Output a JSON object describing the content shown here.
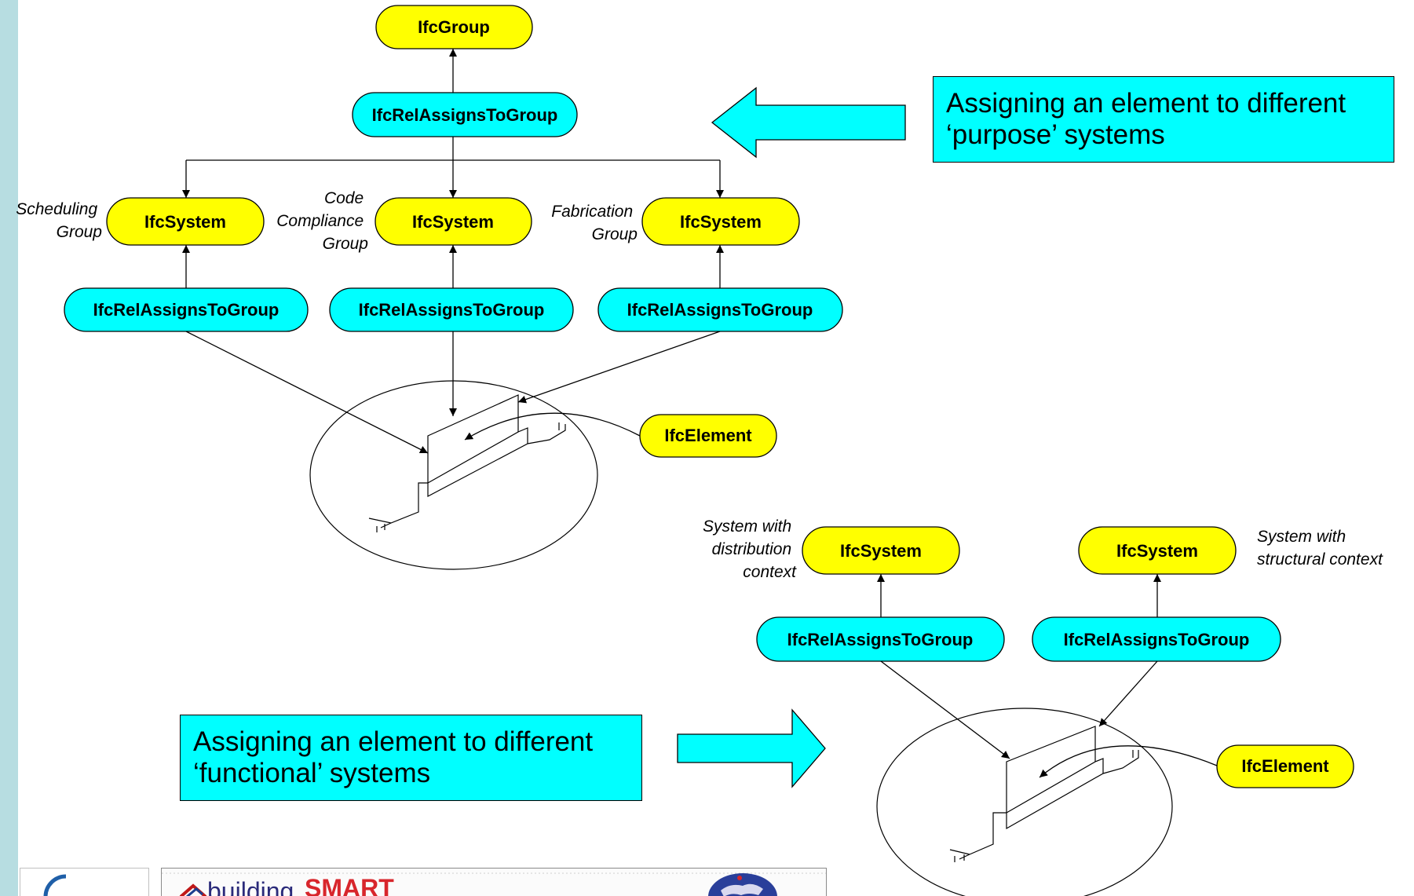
{
  "nodes": {
    "group": "IfcGroup",
    "rel_top": "IfcRelAssignsToGroup",
    "system_scheduling": "IfcSystem",
    "system_code": "IfcSystem",
    "system_fabrication": "IfcSystem",
    "rel_scheduling": "IfcRelAssignsToGroup",
    "rel_code": "IfcRelAssignsToGroup",
    "rel_fabrication": "IfcRelAssignsToGroup",
    "element_top": "IfcElement",
    "system_distribution": "IfcSystem",
    "system_structural": "IfcSystem",
    "rel_distribution": "IfcRelAssignsToGroup",
    "rel_structural": "IfcRelAssignsToGroup",
    "element_bottom": "IfcElement"
  },
  "labels": {
    "scheduling": [
      "Scheduling",
      "Group"
    ],
    "code": [
      "Code",
      "Compliance",
      "Group"
    ],
    "fabrication": [
      "Fabrication",
      "Group"
    ],
    "distribution": [
      "System with",
      "distribution",
      "context"
    ],
    "structural": [
      "System with",
      "structural context"
    ]
  },
  "callouts": {
    "purpose": [
      "Assigning an element to different",
      "‘purpose’ systems"
    ],
    "functional": [
      "Assigning an element to different",
      "‘functional’ systems"
    ]
  },
  "logo": {
    "text_a": "building",
    "text_b": "SMART"
  },
  "colors": {
    "system_fill": "#ffff00",
    "relationship_fill": "#00ffff",
    "callout_fill": "#00ffff",
    "stripe": "#b7dde1",
    "logo_red": "#d8262c"
  }
}
